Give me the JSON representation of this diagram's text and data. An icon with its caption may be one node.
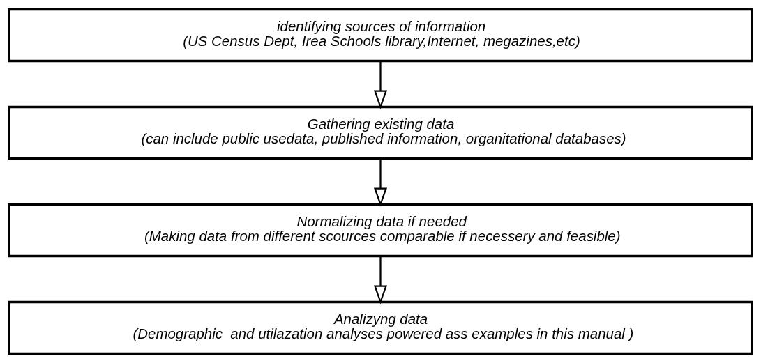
{
  "diagram": {
    "nodes": [
      {
        "text": [
          "identifying sources of information",
          "(US Census Dept, Irea Schools library,Internet, megazines,etc)"
        ]
      },
      {
        "text": [
          "Gathering existing data",
          "(can include public usedata, published information, organitational databases)"
        ]
      },
      {
        "text": [
          "Normalizing data if needed",
          "(Making data from different scources comparable if necessery and feasible)"
        ]
      },
      {
        "text": [
          "Analizyng data",
          "(Demographic  and utilazation analyses powered ass examples in this manual )"
        ]
      }
    ],
    "edges": [
      {
        "from": 0,
        "to": 1,
        "arrow": "to"
      },
      {
        "from": 1,
        "to": 2,
        "arrow": "to"
      },
      {
        "from": 2,
        "to": 3,
        "arrow": "to"
      }
    ]
  }
}
